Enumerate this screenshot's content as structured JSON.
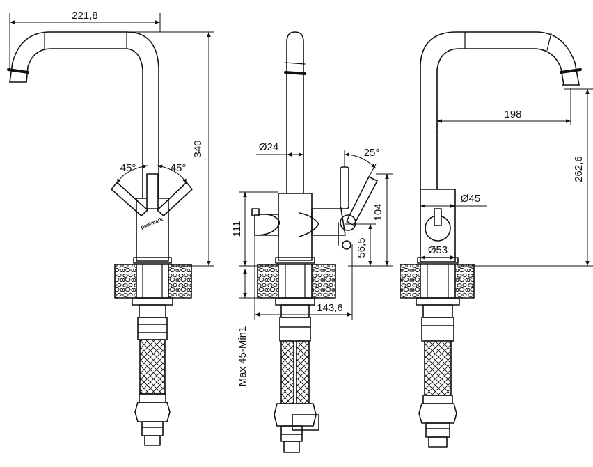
{
  "brand": {
    "logo_text": "paulmark"
  },
  "dimensions": {
    "spout_reach": "221,8",
    "total_height": "340",
    "lever_angle_left": "45°",
    "lever_angle_right": "45°",
    "tube_diameter": "Ø24",
    "valve_angle": "25°",
    "body_height": "111",
    "valve_height": "104",
    "valve_axis_height": "56,5",
    "valve_reach": "143,6",
    "deck_thickness": "Max 45-Min1",
    "side_reach": "198",
    "spout_height": "262,6",
    "body_diameter": "Ø45",
    "base_diameter": "Ø53"
  }
}
